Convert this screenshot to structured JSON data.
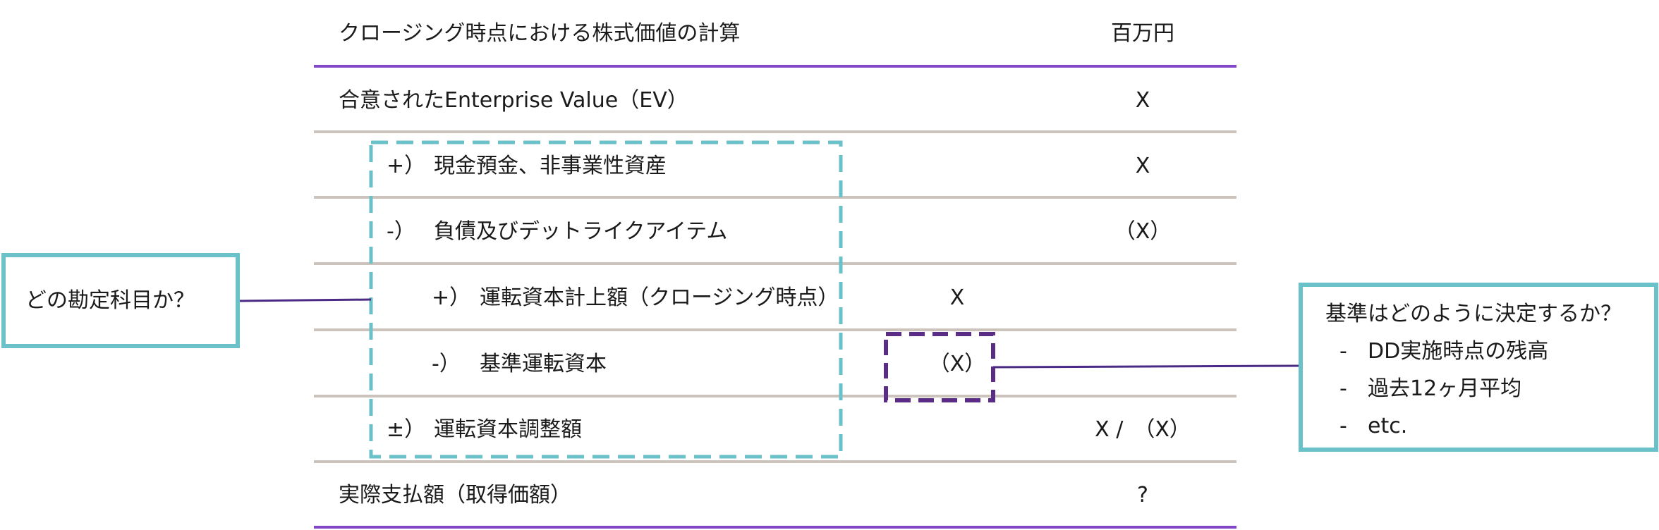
{
  "table": {
    "title": "クロージング時点における株式価値の計算",
    "unit": "百万円",
    "rows": [
      {
        "sign": "",
        "label": "合意されたEnterprise Value（EV）",
        "sub_value": "",
        "value": "X"
      },
      {
        "sign": "+）",
        "label": "現金預金、非事業性資産",
        "sub_value": "",
        "value": "X"
      },
      {
        "sign": "-）",
        "label": "負債及びデットライクアイテム",
        "sub_value": "",
        "value": "（X）"
      },
      {
        "sign": "+）",
        "label": "運転資本計上額（クロージング時点）",
        "sub_value": "X",
        "value": ""
      },
      {
        "sign": "-）",
        "label": "基準運転資本",
        "sub_value": "（X）",
        "value": ""
      },
      {
        "sign": "±）",
        "label": "運転資本調整額",
        "sub_value": "",
        "value": "X /　（X）"
      },
      {
        "sign": "",
        "label": "実際支払額（取得価額）",
        "sub_value": "",
        "value": "?"
      }
    ]
  },
  "callouts": {
    "left": {
      "text": "どの勘定科目か？"
    },
    "right": {
      "title": "基準はどのように決定するか？",
      "bullets": [
        {
          "dash": "-",
          "text": "DD実施時点の残高"
        },
        {
          "dash": "-",
          "text": "過去12ヶ月平均"
        },
        {
          "dash": "-",
          "text": "etc."
        }
      ]
    }
  },
  "colors": {
    "header_rule": "#8446c8",
    "row_rule": "#cbc3bc",
    "teal_box": "#6ac1c9",
    "purple_box": "#5b2d86",
    "connector": "#4b2a86"
  }
}
